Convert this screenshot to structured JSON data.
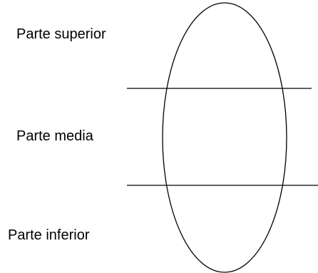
{
  "diagram": {
    "labels": {
      "top": "Parte superior",
      "middle": "Parte media",
      "bottom": "Parte inferior"
    },
    "colors": {
      "stroke": "#000000",
      "text": "#000000",
      "background": "#ffffff"
    }
  }
}
